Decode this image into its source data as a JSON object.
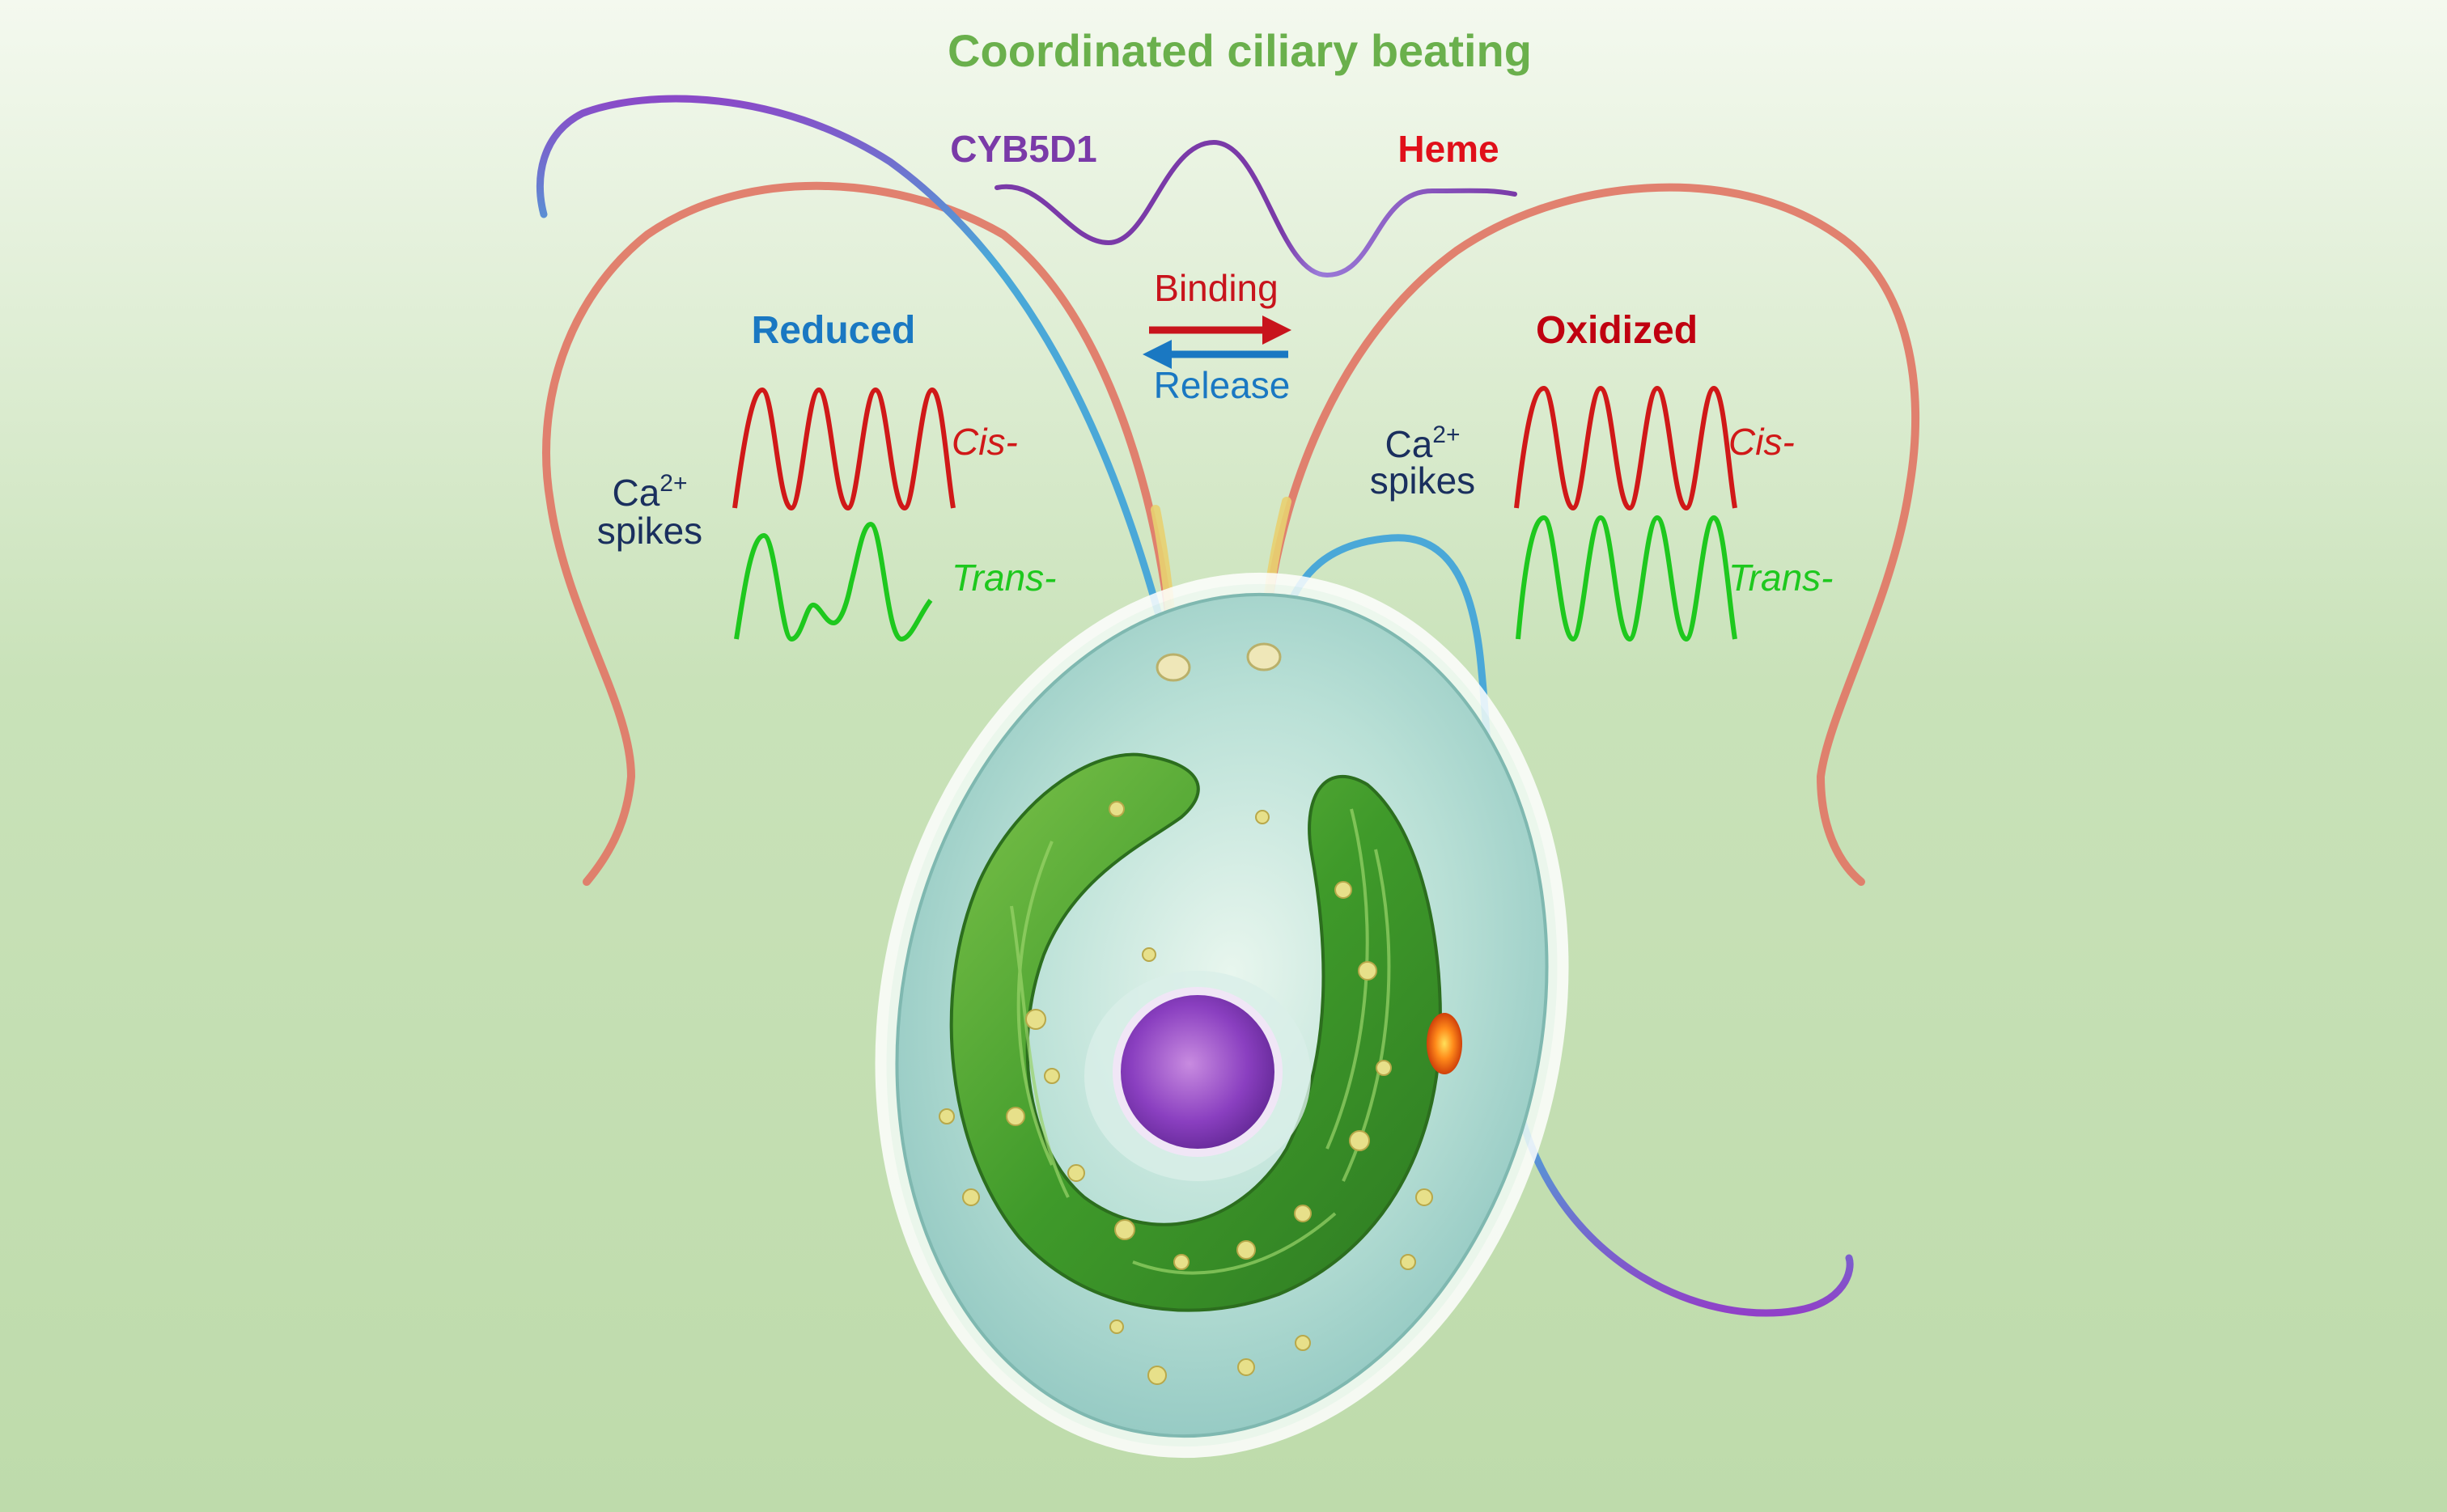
{
  "title": "Coordinated ciliary beating",
  "protein_label": "CYB5D1",
  "cofactor_label": "Heme",
  "binding_label": "Binding",
  "release_label": "Release",
  "left_panel": {
    "state": "Reduced",
    "ca_prefix": "Ca",
    "ca_superscript": "2+",
    "spikes_label": "spikes",
    "cis_label": "Cis-",
    "trans_label": "Trans-"
  },
  "right_panel": {
    "state": "Oxidized",
    "ca_prefix": "Ca",
    "ca_superscript": "2+",
    "spikes_label": "spikes",
    "cis_label": "Cis-",
    "trans_label": "Trans-"
  },
  "colors": {
    "background_top": "#f4f9ef",
    "background_bottom": "#bedbab",
    "title": "#6ab04c",
    "protein": "#7a3aa8",
    "heme": "#e0101a",
    "binding_arrow": "#c8141c",
    "release_arrow": "#1a78c2",
    "reduced": "#1a78c2",
    "oxidized": "#c00010",
    "ca_text": "#1a2f5e",
    "cis": "#d01818",
    "trans": "#1ec81e"
  }
}
